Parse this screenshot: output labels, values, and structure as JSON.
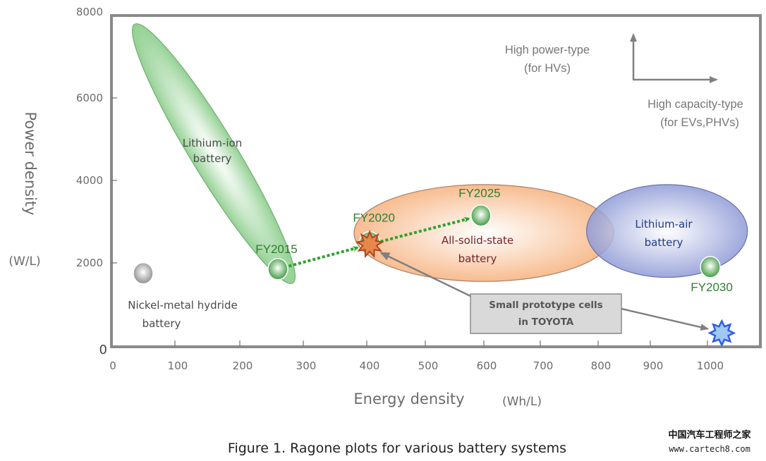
{
  "chart_data": {
    "type": "scatter",
    "title": "",
    "caption": "Figure 1. Ragone plots for various battery systems",
    "xlabel": "Energy density",
    "xunit": "(Wh/L)",
    "ylabel": "Power density",
    "yunit": "(W/L)",
    "xlim": [
      0,
      1050
    ],
    "ylim": [
      0,
      8000
    ],
    "xticks": [
      0,
      100,
      200,
      300,
      400,
      500,
      600,
      700,
      800,
      900,
      1000
    ],
    "yticks": [
      0,
      2000,
      4000,
      6000,
      8000
    ],
    "xtick_labels": [
      "0",
      "100",
      "200",
      "300",
      "400",
      "500",
      "600",
      "700",
      "800",
      "900",
      "1000"
    ],
    "ytick_labels": [
      "0",
      "2000",
      "4000",
      "6000",
      "8000"
    ],
    "grid": false,
    "regions": [
      {
        "name": "Lithium-ion battery",
        "label": [
          "Lithium-ion",
          "battery"
        ],
        "color": "#8fcf8f",
        "energy_range": [
          40,
          280
        ],
        "power_range": [
          1600,
          7700
        ]
      },
      {
        "name": "All-solid-state battery",
        "label": [
          "All-solid-state",
          "battery"
        ],
        "color": "#f7b98a",
        "energy_range": [
          380,
          830
        ],
        "power_range": [
          1550,
          3900
        ]
      },
      {
        "name": "Lithium-air battery",
        "label": [
          "Lithium-air",
          "battery"
        ],
        "color": "#8e9ad6",
        "energy_range": [
          780,
          1070
        ],
        "power_range": [
          1650,
          3900
        ]
      }
    ],
    "points": [
      {
        "name": "Nickel-metal hydride battery",
        "label": [
          "Nickel-metal hydride",
          "battery"
        ],
        "x": 50,
        "y": 1750,
        "marker": "sphere",
        "color": "#b0b0b0"
      },
      {
        "name": "FY2015",
        "label": "FY2015",
        "x": 260,
        "y": 1850,
        "marker": "sphere",
        "color": "#5fb35f"
      },
      {
        "name": "FY2020",
        "label": "FY2020",
        "x": 405,
        "y": 2450,
        "marker": "star",
        "color": "#e07a3a"
      },
      {
        "name": "FY2025",
        "label": "FY2025",
        "x": 595,
        "y": 3150,
        "marker": "sphere",
        "color": "#5fb35f"
      },
      {
        "name": "FY2030",
        "label": "FY2030",
        "x": 1005,
        "y": 1900,
        "marker": "sphere",
        "color": "#5fb35f"
      },
      {
        "name": "Prototype cell (Li-air)",
        "label": "",
        "x": 1025,
        "y": 300,
        "marker": "star",
        "color": "#9fc8f5"
      }
    ],
    "roadmap_arrows": [
      {
        "from": "FY2015",
        "to": "FY2020",
        "style": "dotted",
        "color": "#2ea02e"
      },
      {
        "from": "FY2020",
        "to": "FY2025",
        "style": "dotted",
        "color": "#2ea02e"
      }
    ],
    "annotations": {
      "high_power": [
        "High power-type",
        "(for HVs)"
      ],
      "high_capacity": [
        "High capacity-type",
        "(for EVs,PHVs)"
      ],
      "callout": [
        "Small prototype cells",
        "in TOYOTA"
      ],
      "callout_targets": [
        "FY2020",
        "Prototype cell (Li-air)"
      ]
    }
  },
  "watermark": {
    "cn": "中国汽车工程师之家",
    "url": "www.cartech8.com"
  }
}
